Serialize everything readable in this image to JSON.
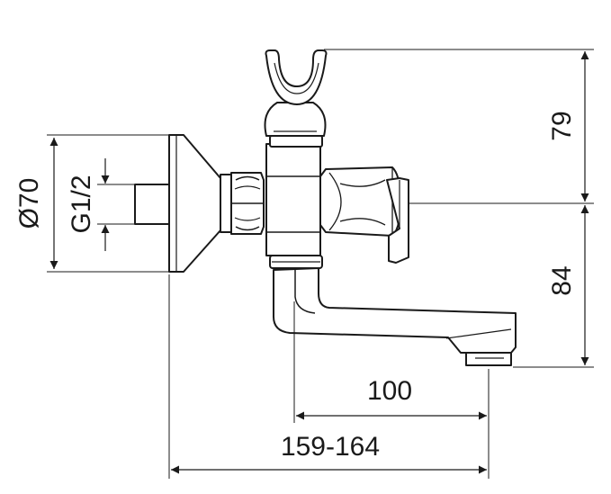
{
  "drawing": {
    "subject": "faucet technical drawing",
    "colors": {
      "line": "#1a1a1a",
      "background": "#ffffff",
      "body_fill": "#ffffff"
    },
    "dimensions": {
      "flange_diameter": "Ø70",
      "thread_size": "G1/2",
      "top_height": "79",
      "spout_height": "84",
      "spout_reach": "100",
      "total_reach": "159-164"
    }
  }
}
